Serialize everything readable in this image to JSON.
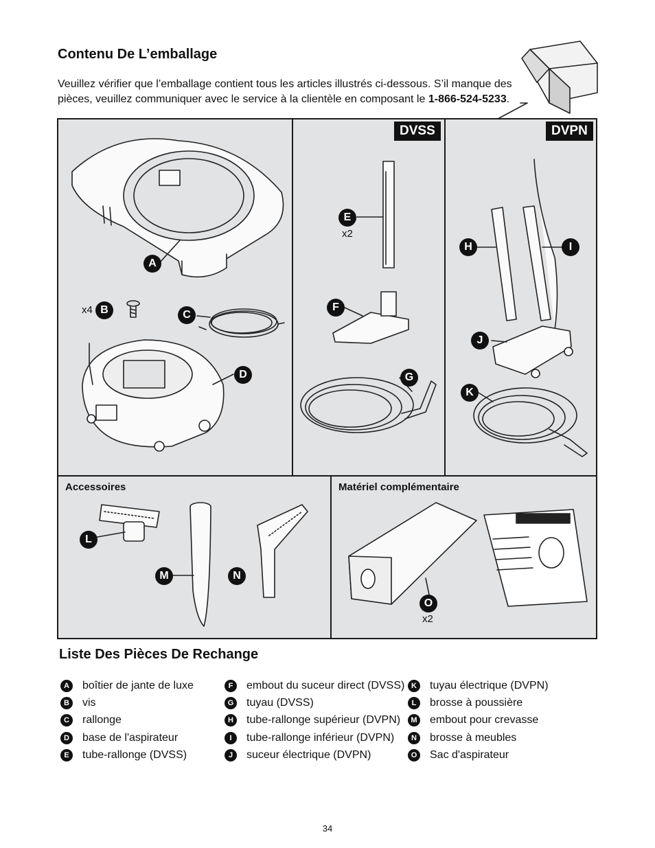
{
  "header": {
    "title": "Contenu De L’emballage",
    "intro": "Veuillez vérifier que l’emballage contient tous les articles illustrés ci-dessous. S’il manque des pièces, veuillez communiquer avec le service à la clientèle en composant le",
    "phone": "1-866-524-5233",
    "period": "."
  },
  "panels": {
    "tag_dvss": "DVSS",
    "tag_dvpn": "DVPN",
    "accessoires": "Accessoires",
    "materiel": "Matériel complémentaire"
  },
  "callouts": {
    "A": "A",
    "B": "B",
    "C": "C",
    "D": "D",
    "E": "E",
    "F": "F",
    "G": "G",
    "H": "H",
    "I": "I",
    "J": "J",
    "K": "K",
    "L": "L",
    "M": "M",
    "N": "N",
    "O": "O"
  },
  "quantities": {
    "B": "x4",
    "E": "x2",
    "O": "x2"
  },
  "parts_title": "Liste Des Pièces De Rechange",
  "parts": {
    "col1": [
      {
        "letter": "A",
        "label": "boîtier de jante de luxe"
      },
      {
        "letter": "B",
        "label": "vis"
      },
      {
        "letter": "C",
        "label": "rallonge"
      },
      {
        "letter": "D",
        "label": "base de l'aspirateur"
      },
      {
        "letter": "E",
        "label": "tube-rallonge (DVSS)"
      }
    ],
    "col2": [
      {
        "letter": "F",
        "label": "embout du suceur direct (DVSS)"
      },
      {
        "letter": "G",
        "label": "tuyau (DVSS)"
      },
      {
        "letter": "H",
        "label": "tube-rallonge supérieur (DVPN)"
      },
      {
        "letter": "I",
        "label": "tube-rallonge inférieur (DVPN)"
      },
      {
        "letter": "J",
        "label": "suceur électrique (DVPN)"
      }
    ],
    "col3": [
      {
        "letter": "K",
        "label": "tuyau électrique (DVPN)"
      },
      {
        "letter": "L",
        "label": "brosse à poussière"
      },
      {
        "letter": "M",
        "label": "embout pour crevasse"
      },
      {
        "letter": "N",
        "label": "brosse à meubles"
      },
      {
        "letter": "O",
        "label": "Sac d'aspirateur"
      }
    ]
  },
  "page_number": "34"
}
